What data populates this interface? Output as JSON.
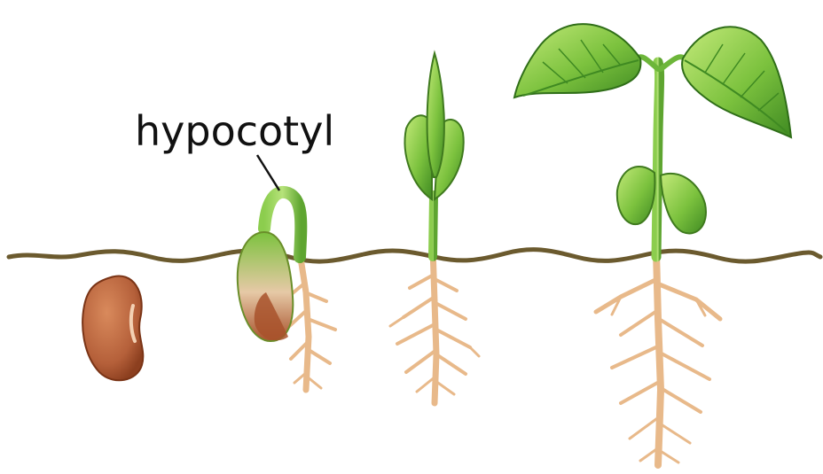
{
  "labels": {
    "hypocotyl": "hypocotyl"
  },
  "stages": [
    {
      "name": "seed"
    },
    {
      "name": "hook-seedling"
    },
    {
      "name": "young-seedling"
    },
    {
      "name": "mature-seedling"
    }
  ],
  "colors": {
    "soil_line": "#6b5a2e",
    "seed_outer": "#a8522c",
    "seed_inner": "#d98a5c",
    "leaf_light": "#a8dc5a",
    "leaf_dark": "#4e9e2a",
    "stem": "#6db63a",
    "root": "#e8b98a",
    "root_edge": "#c98f5d",
    "label_line": "#111111"
  }
}
